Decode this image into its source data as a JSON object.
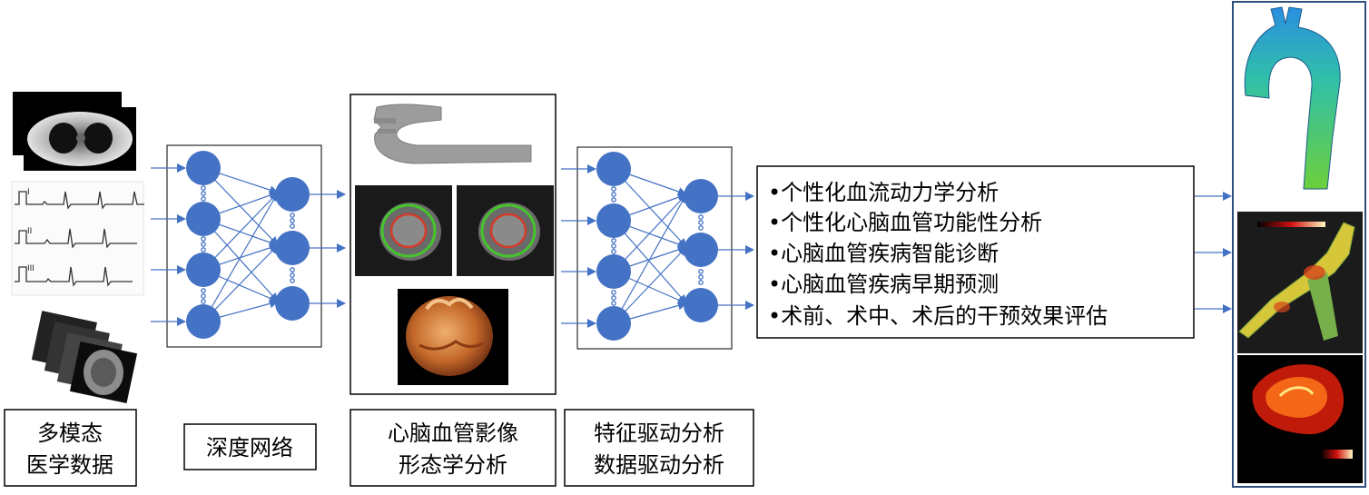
{
  "stages": {
    "data": {
      "line1": "多模态",
      "line2": "医学数据"
    },
    "net1": {
      "label": "深度网络"
    },
    "morph": {
      "line1": "心脑血管影像",
      "line2": "形态学分析"
    },
    "net2": {
      "line1": "特征驱动分析",
      "line2": "数据驱动分析"
    }
  },
  "outputs": [
    "•个性化血流动力学分析",
    "•个性化心脑血管功能性分析",
    "•心脑血管疾病智能诊断",
    "•心脑血管疾病早期预测",
    "•术前、术中、术后的干预效果评估"
  ],
  "ecg_leads": [
    "I",
    "II",
    "III"
  ],
  "colors": {
    "node": "#4472c4",
    "arrow": "#4472c4",
    "border": "#000000",
    "frame": "#2f4f7f"
  },
  "icons": [
    "ct-scan-image",
    "ecg-trace-image",
    "mri-stack-image",
    "aorta-model-image",
    "cardiac-mri-segmentation-image",
    "heart-volume-render-image",
    "aorta-flow-map-image",
    "vessel-stress-map-image",
    "cardiac-heatmap-image"
  ]
}
